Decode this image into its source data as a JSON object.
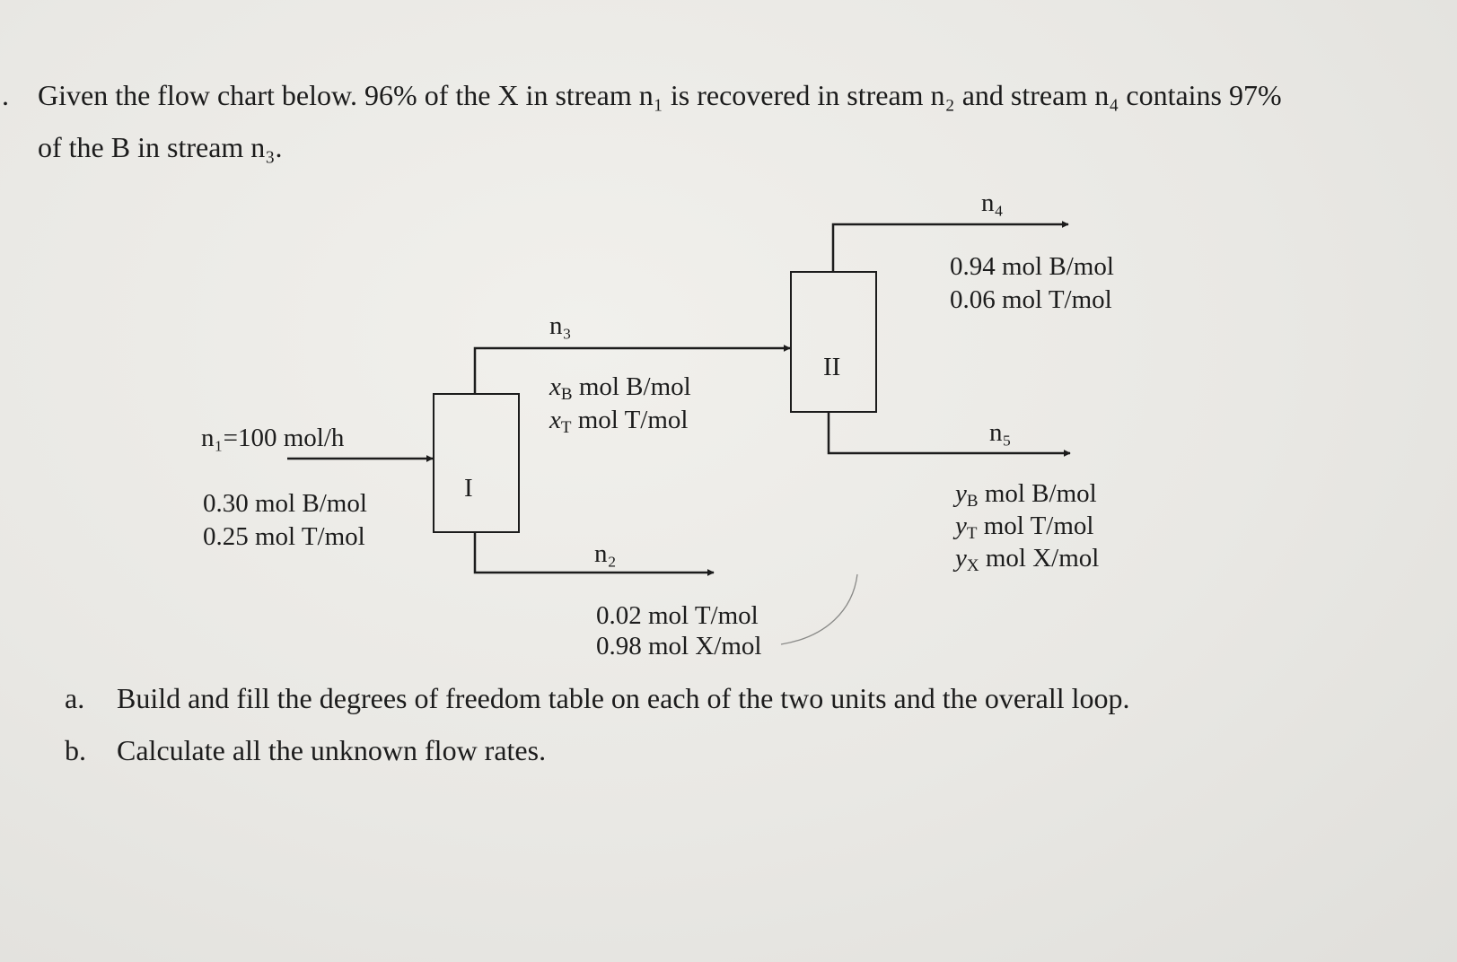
{
  "problem": {
    "bullet": ".",
    "line1": "Given the flow chart below. 96% of the X in stream n₁ is recovered in stream n₂ and stream n₄ contains 97%",
    "line2": "of the B in stream n₃."
  },
  "diagram": {
    "units": {
      "unit1": "I",
      "unit2": "II"
    },
    "feed": {
      "label": "n₁=100 mol/h",
      "comp1": "0.30 mol B/mol",
      "comp2": "0.25 mol T/mol"
    },
    "stream3": {
      "label": "n₃",
      "comp1_var": "x",
      "comp1_sub": "B",
      "comp1_rest": " mol B/mol",
      "comp2_var": "x",
      "comp2_sub": "T",
      "comp2_rest": " mol T/mol"
    },
    "stream2": {
      "label": "n₂",
      "comp1": "0.02 mol T/mol",
      "comp2": "0.98 mol X/mol"
    },
    "stream4": {
      "label": "n₄",
      "comp1": "0.94 mol B/mol",
      "comp2": "0.06 mol T/mol"
    },
    "stream5": {
      "label": "n₅",
      "comp1_var": "y",
      "comp1_sub": "B",
      "comp1_rest": " mol B/mol",
      "comp2_var": "y",
      "comp2_sub": "T",
      "comp2_rest": " mol T/mol",
      "comp3_var": "y",
      "comp3_sub": "X",
      "comp3_rest": " mol X/mol"
    }
  },
  "questions": [
    {
      "marker": "a.",
      "text": "Build and fill the degrees of freedom table on each of the two units and the overall loop."
    },
    {
      "marker": "b.",
      "text": "Calculate all the unknown flow rates."
    }
  ]
}
